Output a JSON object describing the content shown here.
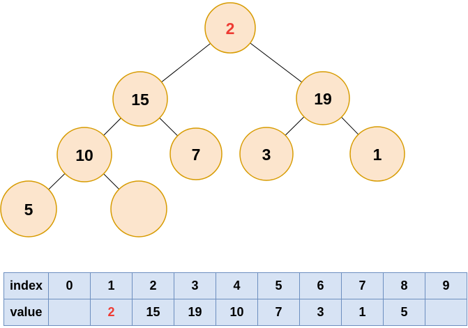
{
  "colors": {
    "node-fill": "#FCE5CD",
    "node-stroke": "#D79B00",
    "edge-color": "#000000",
    "highlight-red": "#EE3B33",
    "table-fill": "#D7E3F4",
    "table-stroke": "#6C8EBF",
    "text-color": "#000000",
    "bg": "#FFFFFF"
  },
  "tree": {
    "nodes": [
      {
        "label": "2",
        "highlighted": true
      },
      {
        "label": "15",
        "highlighted": false
      },
      {
        "label": "19",
        "highlighted": false
      },
      {
        "label": "10",
        "highlighted": false
      },
      {
        "label": "7",
        "highlighted": false
      },
      {
        "label": "3",
        "highlighted": false
      },
      {
        "label": "1",
        "highlighted": false
      },
      {
        "label": "5",
        "highlighted": false
      },
      {
        "label": "",
        "highlighted": false
      }
    ],
    "edges": [
      [
        0,
        1
      ],
      [
        0,
        2
      ],
      [
        1,
        3
      ],
      [
        1,
        4
      ],
      [
        2,
        5
      ],
      [
        2,
        6
      ],
      [
        3,
        7
      ],
      [
        3,
        8
      ]
    ]
  },
  "table": {
    "row_headers": [
      "index",
      "value"
    ],
    "index_cells": [
      "0",
      "1",
      "2",
      "3",
      "4",
      "5",
      "6",
      "7",
      "8",
      "9"
    ],
    "value_cells": [
      "",
      "2",
      "15",
      "19",
      "10",
      "7",
      "3",
      "1",
      "5",
      ""
    ],
    "highlight_column": 1
  }
}
